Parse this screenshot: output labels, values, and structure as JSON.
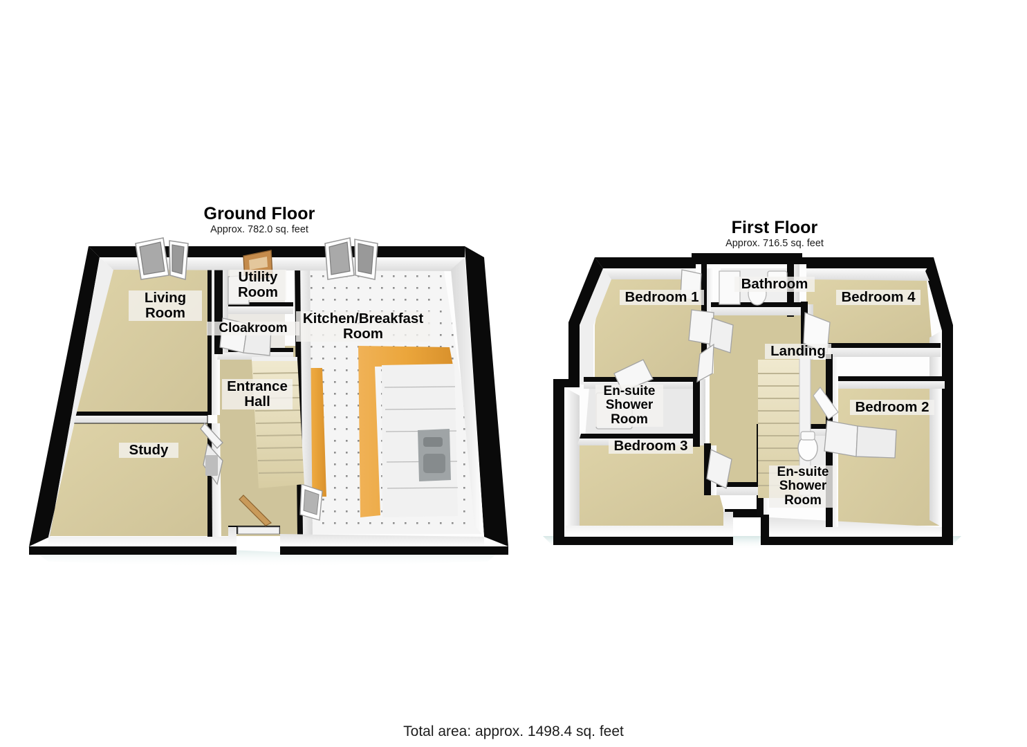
{
  "document": {
    "type": "floorplan",
    "total_area_text": "Total area: approx. 1498.4 sq. feet"
  },
  "floors": [
    {
      "id": "ground",
      "title": "Ground Floor",
      "area_text": "Approx. 782.0 sq. feet",
      "rooms": [
        {
          "name": "Living Room",
          "label": "Living\nRoom",
          "floor_color": "#d8cda1"
        },
        {
          "name": "Study",
          "label": "Study",
          "floor_color": "#d5caa0"
        },
        {
          "name": "Utility Room",
          "label": "Utility\nRoom",
          "floor_color": "#e8e7e3"
        },
        {
          "name": "Cloakroom",
          "label": "Cloakroom",
          "floor_color": "#e8e7e3"
        },
        {
          "name": "Entrance Hall",
          "label": "Entrance\nHall",
          "floor_color": "#cfc49b"
        },
        {
          "name": "Kitchen/Breakfast Room",
          "label": "Kitchen/Breakfast\nRoom",
          "floor_color": "#f2f2f2"
        }
      ]
    },
    {
      "id": "first",
      "title": "First Floor",
      "area_text": "Approx. 716.5 sq. feet",
      "rooms": [
        {
          "name": "Bedroom 1",
          "label": "Bedroom 1",
          "floor_color": "#d8cda1"
        },
        {
          "name": "Bathroom",
          "label": "Bathroom",
          "floor_color": "#ececec"
        },
        {
          "name": "Bedroom 4",
          "label": "Bedroom 4",
          "floor_color": "#d8cda1"
        },
        {
          "name": "En-suite Shower Room (Bedroom 3)",
          "label": "En-suite\nShower\nRoom",
          "floor_color": "#e6e6e6"
        },
        {
          "name": "Landing",
          "label": "Landing",
          "floor_color": "#d2c79c"
        },
        {
          "name": "Bedroom 2",
          "label": "Bedroom 2",
          "floor_color": "#d8cda1"
        },
        {
          "name": "Bedroom 3",
          "label": "Bedroom 3",
          "floor_color": "#d8cda1"
        },
        {
          "name": "En-suite Shower Room (Bedroom 2)",
          "label": "En-suite\nShower\nRoom",
          "floor_color": "#e6e6e6"
        }
      ]
    }
  ],
  "palette": {
    "wall_outline": "#0a0a0a",
    "wall_face": "#ffffff",
    "wall_shade": "#e3e3e3",
    "carpet": "#d8cda1",
    "hall_carpet": "#cfc49b",
    "tile_floor": "#f4f4f4",
    "worktop": "#e9a93f",
    "stair_tread": "#e4dcbd",
    "window_glass": "#9a9a9a",
    "background": "#ffffff",
    "label_text": "#050505"
  }
}
